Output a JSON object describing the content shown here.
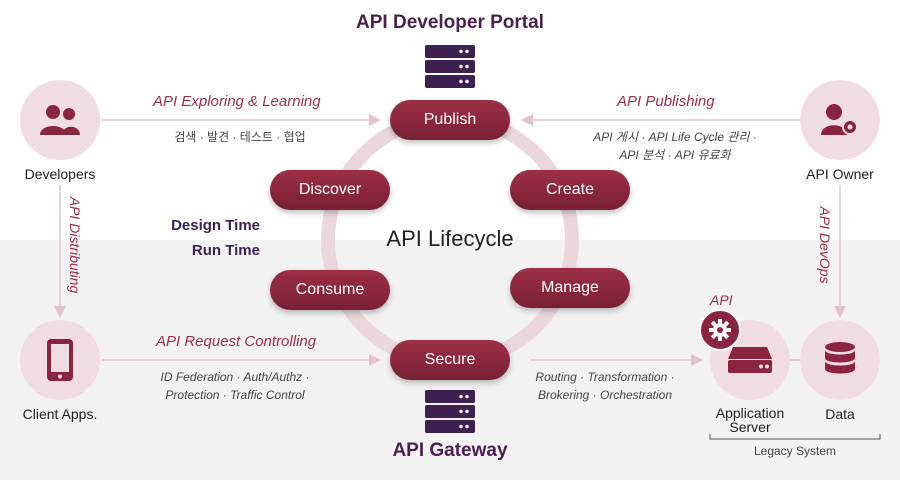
{
  "portal": {
    "title": "API Developer Portal"
  },
  "gateway": {
    "title": "API Gateway"
  },
  "lifecycle": {
    "title": "API Lifecycle",
    "design_time": "Design Time",
    "run_time": "Run Time",
    "stages": {
      "publish": "Publish",
      "create": "Create",
      "manage": "Manage",
      "secure": "Secure",
      "consume": "Consume",
      "discover": "Discover"
    }
  },
  "actors": {
    "developers": "Developers",
    "api_owner": "API Owner",
    "client_apps": "Client Apps.",
    "application_server": "Application\nServer",
    "data": "Data",
    "legacy_system": "Legacy System",
    "api_badge": "API"
  },
  "flows": {
    "exploring": {
      "title": "API Exploring & Learning",
      "detail": "검색 · 발견 · 테스트 · 협업"
    },
    "publishing": {
      "title": "API Publishing",
      "detail_line1": "API 게시 · API Life Cycle 관리 ·",
      "detail_line2": "API 분석 · API 유료화"
    },
    "request": {
      "title": "API Request Controlling",
      "detail_line1": "ID Federation · Auth/Authz ·",
      "detail_line2": "Protection · Traffic Control"
    },
    "routing": {
      "detail_line1": "Routing · Transformation ·",
      "detail_line2": "Brokering · Orchestration"
    },
    "distributing": "API Distributing",
    "devops": "API DevOps"
  },
  "colors": {
    "accent": "#8a2540",
    "heading": "#4b1f4e",
    "ring": "#ead7dc",
    "node_bg": "#f0dde2"
  },
  "icons": {
    "developers": "users-icon",
    "api_owner": "user-gear-icon",
    "client_apps": "smartphone-icon",
    "application_server": "server-icon",
    "data": "database-icon",
    "portal": "server-stack-icon",
    "gateway": "server-stack-icon",
    "badge": "gear-icon"
  }
}
